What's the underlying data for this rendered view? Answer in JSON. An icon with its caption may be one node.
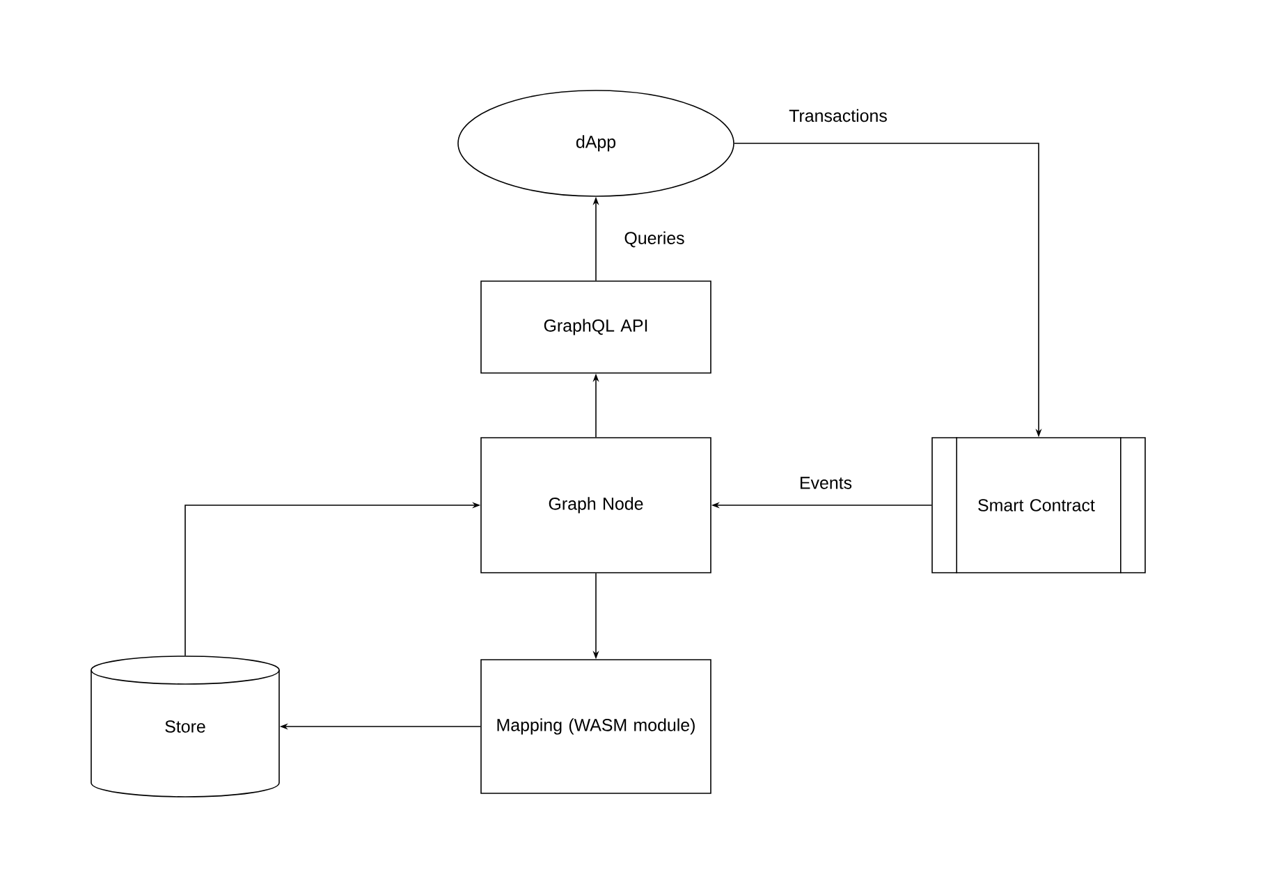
{
  "diagram": {
    "nodes": [
      {
        "text": [
          "dApp"
        ]
      },
      {
        "text": [
          "GraphQL API"
        ]
      },
      {
        "text": [
          "Graph Node"
        ]
      },
      {
        "text": [
          "Smart Contract"
        ]
      },
      {
        "text": [
          "Store"
        ]
      },
      {
        "text": [
          "Mapping (WASM module)"
        ]
      }
    ],
    "edges": [
      {
        "from": 1,
        "to": 0,
        "arrow": "to",
        "label": "Queries"
      },
      {
        "from": 2,
        "to": 1,
        "arrow": "to"
      },
      {
        "from": 3,
        "to": 2,
        "arrow": "to",
        "label": "Events"
      },
      {
        "from": 0,
        "to": 3,
        "arrow": "to",
        "label": "Transactions"
      },
      {
        "from": 4,
        "to": 2,
        "arrow": "to"
      },
      {
        "from": 2,
        "to": 5,
        "arrow": "to"
      },
      {
        "from": 5,
        "to": 4,
        "arrow": "to"
      }
    ]
  }
}
